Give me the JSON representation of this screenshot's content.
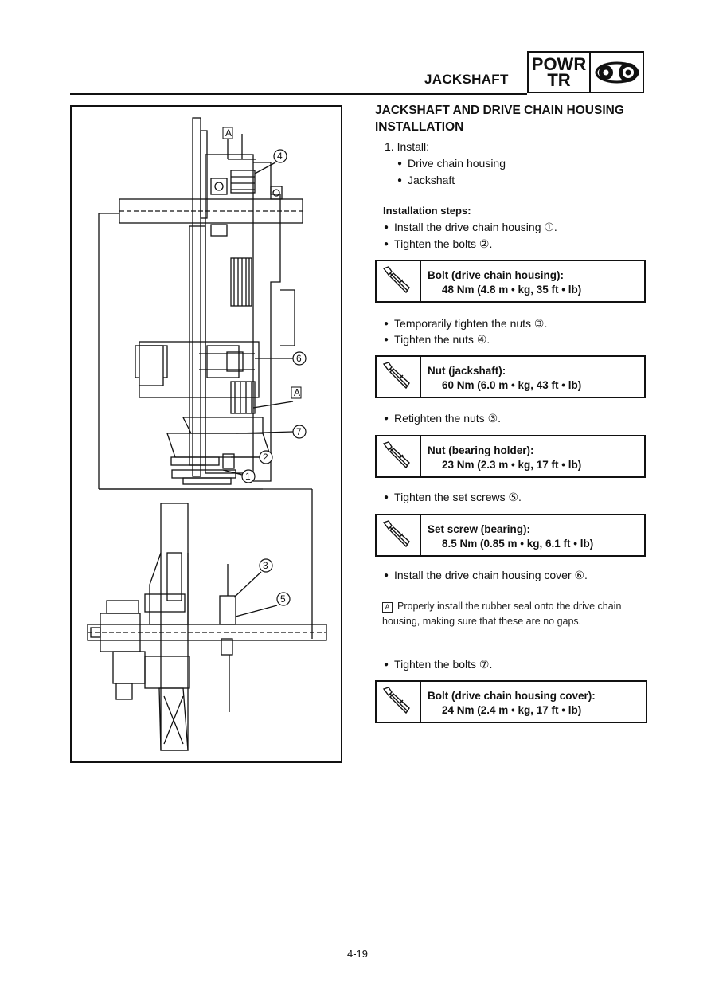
{
  "header": {
    "title": "JACKSHAFT",
    "badge_line1": "POWR",
    "badge_line2": "TR",
    "badge_icon": "drive-sprocket-icon"
  },
  "figure": {
    "callouts": [
      "A",
      "4",
      "6",
      "A",
      "7",
      "2",
      "1",
      "3",
      "5"
    ]
  },
  "content": {
    "section_title": "JACKSHAFT AND DRIVE CHAIN HOUSING INSTALLATION",
    "step1": "1. Install:",
    "install_items": [
      "Drive chain housing",
      "Jackshaft"
    ],
    "steps_title": "Installation steps:",
    "bullets": [
      "Install the drive chain housing ①.",
      "Tighten the bolts ②.",
      "Temporarily tighten the nuts ③.",
      "Tighten the nuts ④.",
      "Retighten the nuts ③.",
      "Tighten the set screws ⑤.",
      "Install the drive chain housing cover ⑥.",
      "Tighten the bolts ⑦."
    ],
    "specs": [
      {
        "label": "Bolt (drive chain housing):",
        "value": "48 Nm (4.8 m • kg, 35 ft • lb)"
      },
      {
        "label": "Nut (jackshaft):",
        "value": "60 Nm (6.0 m • kg, 43 ft • lb)"
      },
      {
        "label": "Nut (bearing holder):",
        "value": "23 Nm (2.3 m • kg, 17 ft • lb)"
      },
      {
        "label": "Set screw (bearing):",
        "value": "8.5 Nm (0.85 m • kg, 6.1 ft • lb)"
      },
      {
        "label": "Bolt (drive chain housing cover):",
        "value": "24 Nm (2.4 m • kg, 17 ft • lb)"
      }
    ],
    "note_mark": "A",
    "note_text": "Properly install the rubber seal onto the drive chain housing, making sure that these are no gaps."
  },
  "footer": {
    "page_number": "4-19"
  }
}
